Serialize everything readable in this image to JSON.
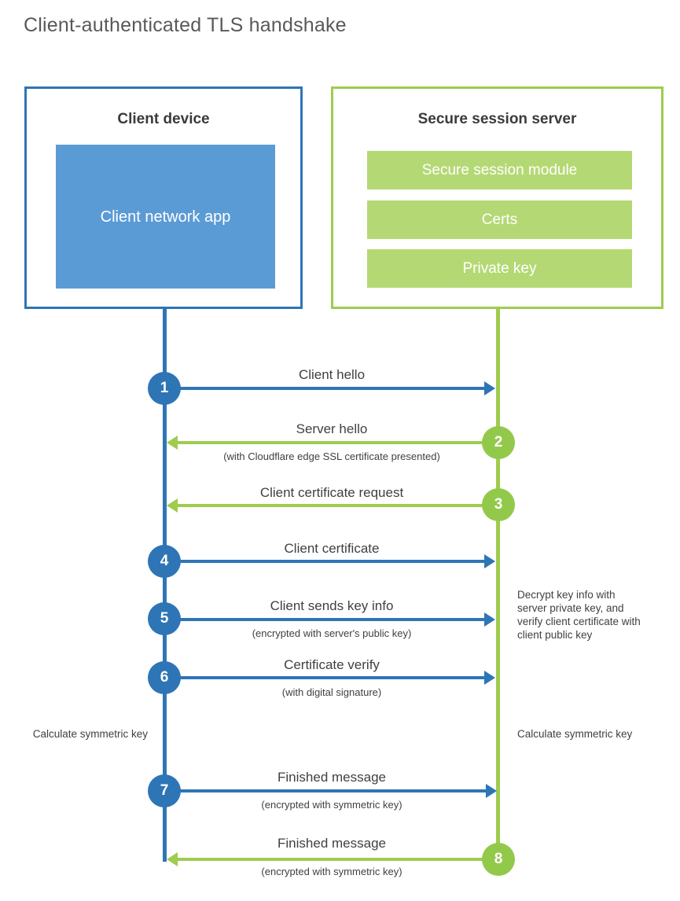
{
  "title": "Client-authenticated TLS handshake",
  "entities": {
    "client": {
      "title": "Client device",
      "app_label": "Client network app"
    },
    "server": {
      "title": "Secure session server",
      "items": [
        {
          "label": "Secure session module"
        },
        {
          "label": "Certs"
        },
        {
          "label": "Private key"
        }
      ]
    }
  },
  "steps": [
    {
      "number": "1",
      "label": "Client hello",
      "sub": "",
      "direction": "right",
      "color": "blue"
    },
    {
      "number": "2",
      "label": "Server hello",
      "sub": "(with Cloudflare edge SSL certificate presented)",
      "direction": "left",
      "color": "green"
    },
    {
      "number": "3",
      "label": "Client certificate request",
      "sub": "",
      "direction": "left",
      "color": "green"
    },
    {
      "number": "4",
      "label": "Client certificate",
      "sub": "",
      "direction": "right",
      "color": "blue"
    },
    {
      "number": "5",
      "label": "Client sends key info",
      "sub": "(encrypted with server's public key)",
      "direction": "right",
      "color": "blue"
    },
    {
      "number": "6",
      "label": "Certificate verify",
      "sub": "(with digital signature)",
      "direction": "right",
      "color": "blue"
    },
    {
      "number": "7",
      "label": "Finished message",
      "sub": "(encrypted with symmetric key)",
      "direction": "right",
      "color": "blue"
    },
    {
      "number": "8",
      "label": "Finished message",
      "sub": "(encrypted with symmetric key)",
      "direction": "left",
      "color": "green"
    }
  ],
  "annotations": {
    "server_decrypt": "Decrypt key info with server private key, and verify client certificate with client public key",
    "client_calculate": "Calculate symmetric key",
    "server_calculate": "Calculate symmetric key"
  },
  "colors": {
    "client_border": "#2e75b6",
    "client_fill": "#5b9bd5",
    "server_border": "#9fcc4e",
    "server_fill": "#b4d974",
    "circle_blue": "#2e75b6",
    "circle_green": "#93c94a",
    "title_text": "#58595b"
  }
}
